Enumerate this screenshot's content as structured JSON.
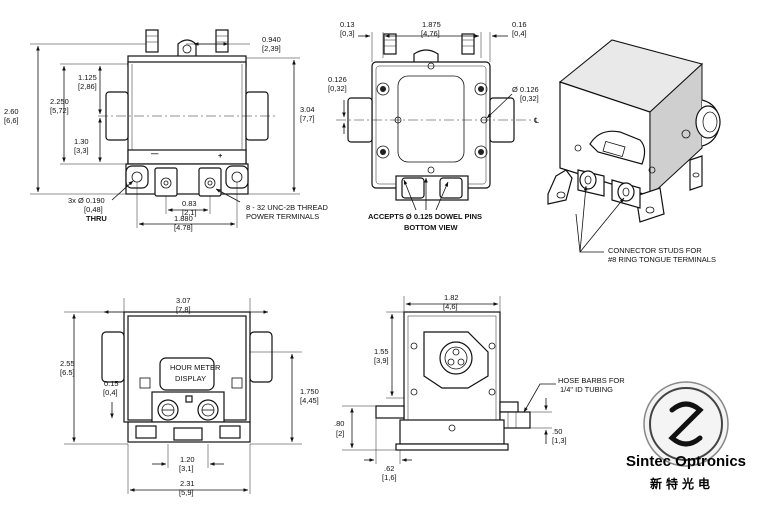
{
  "drawing": {
    "top_view": {
      "dims": {
        "d_0940": "0.940",
        "d_0940_mm": "[2,39]",
        "d_1125": "1.125",
        "d_1125_mm": "[2,86]",
        "d_2250": "2.250",
        "d_2250_mm": "[5,72]",
        "d_260": "2.60",
        "d_260_mm": "[6,6]",
        "d_130": "1.30",
        "d_130_mm": "[3,3]",
        "d_304": "3.04",
        "d_304_mm": "[7,7]",
        "d_083": "0.83",
        "d_083_mm": "[2,1]",
        "d_1880": "1.880",
        "d_1880_mm": "[4.78]",
        "hole_a": "3x Ø 0.190",
        "hole_b": "[0,48]",
        "hole_c": "THRU",
        "thread_a": "8 - 32 UNC-2B THREAD",
        "thread_b": "POWER TERMINALS",
        "minus": "—",
        "plus": "+"
      }
    },
    "bottom_view": {
      "dims": {
        "d_013": "0.13",
        "d_013_mm": "[0,3]",
        "d_1875": "1.875",
        "d_1875_mm": "[4,76]",
        "d_016": "0.16",
        "d_016_mm": "[0,4]",
        "d_0126": "0.126",
        "d_0126_mm": "[0,32]",
        "d_0126r": "Ø 0.126",
        "d_0126r_mm": "[0,32]",
        "cl_symbol": "℄",
        "accepts": "ACCEPTS Ø 0.125 DOWEL PINS",
        "label": "BOTTOM VIEW"
      }
    },
    "iso_view": {
      "callout_a": "CONNECTOR STUDS FOR",
      "callout_b": "#8 RING TONGUE TERMINALS"
    },
    "front_view": {
      "dims": {
        "d_307": "3.07",
        "d_307_mm": "[7,8]",
        "d_255": "2.55",
        "d_255_mm": "[6.5]",
        "d_015": "0.15",
        "d_015_mm": "[0,4]",
        "d_1750": "1.750",
        "d_1750_mm": "[4,45]",
        "d_120": "1.20",
        "d_120_mm": "[3,1]",
        "d_231": "2.31",
        "d_231_mm": "[5,9]",
        "display_a": "HOUR METER",
        "display_b": "DISPLAY"
      }
    },
    "side_view": {
      "dims": {
        "d_182": "1.82",
        "d_182_mm": "[4,6]",
        "d_155": "1.55",
        "d_155_mm": "[3,9]",
        "d_080": ".80",
        "d_080_mm": "[2]",
        "d_062": ".62",
        "d_062_mm": "[1,6]",
        "d_050": ".50",
        "d_050_mm": "[1,3]",
        "hose_a": "HOSE BARBS FOR",
        "hose_b": "1/4\" ID TUBING"
      }
    }
  },
  "logo": {
    "name": "Sintec Optronics",
    "chinese": "新特光电"
  }
}
